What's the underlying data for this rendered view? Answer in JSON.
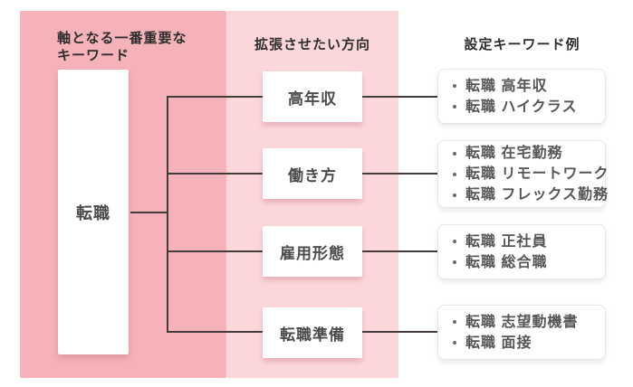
{
  "diagram": {
    "axis": {
      "header": "軸となる一番重要な\nキーワード",
      "keyword": "転職"
    },
    "directions": {
      "header": "拡張させたい方向",
      "items": [
        "高年収",
        "働き方",
        "雇用形態",
        "転職準備"
      ]
    },
    "examples": {
      "header": "設定キーワード例",
      "groups": [
        {
          "keywords": [
            "転職 高年収",
            "転職 ハイクラス"
          ]
        },
        {
          "keywords": [
            "転職 在宅勤務",
            "転職 リモートワーク",
            "転職 フレックス勤務"
          ]
        },
        {
          "keywords": [
            "転職 正社員",
            "転職 総合職"
          ]
        },
        {
          "keywords": [
            "転職 志望動機書",
            "転職 面接"
          ]
        }
      ]
    },
    "colors": {
      "axis_column_bg": "#F5B2B8",
      "directions_column_bg": "#FBD7DA",
      "connector": "#443B3D",
      "heading_text": "#2E2D2D",
      "box_text": "#4B4A4C",
      "example_text": "#565557"
    }
  }
}
